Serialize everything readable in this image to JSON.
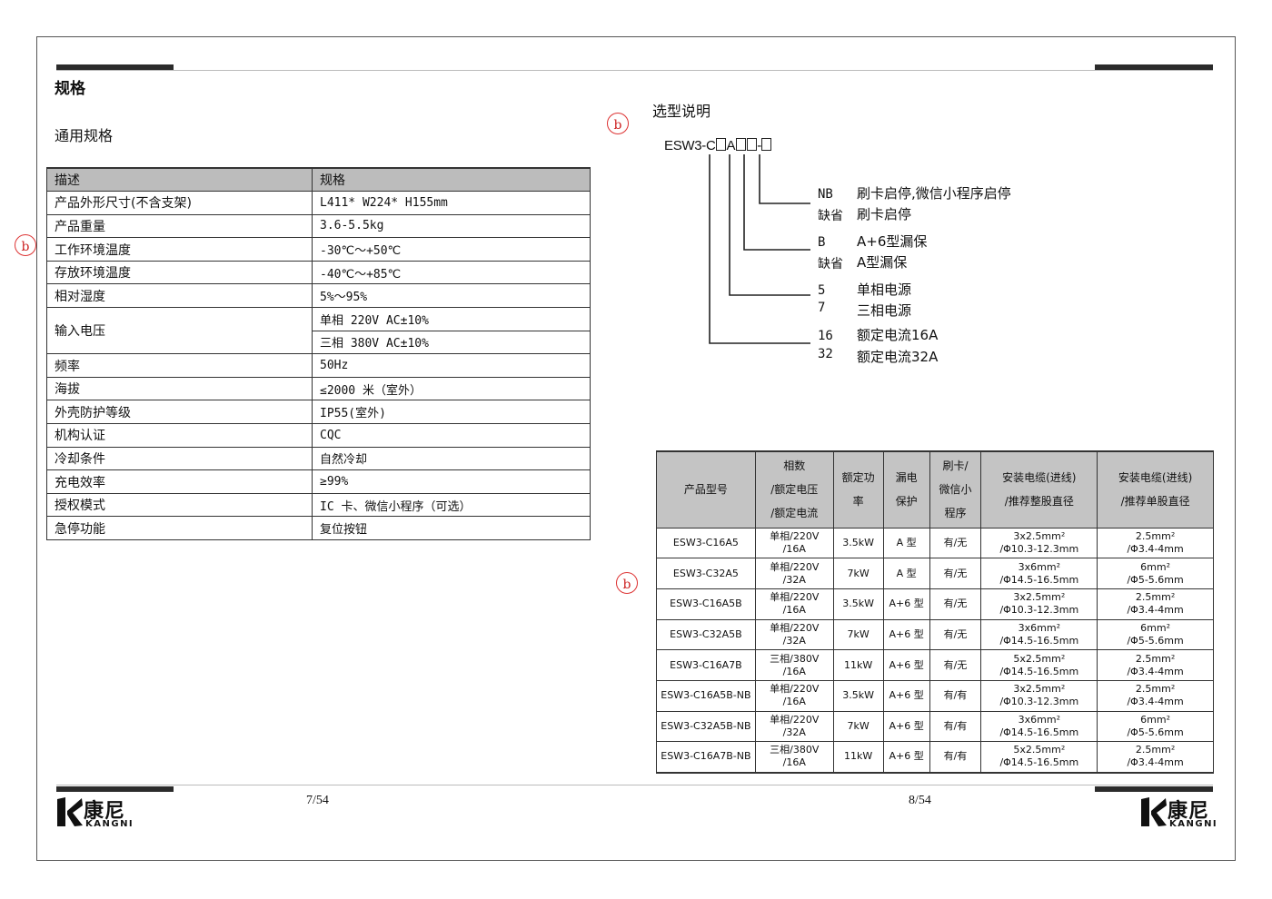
{
  "left_page": {
    "section_title": "规格",
    "subsection_title": "通用规格",
    "spec_table": {
      "headers": [
        "描述",
        "规格"
      ],
      "rows": [
        {
          "label": "产品外形尺寸(不含支架)",
          "value": "L411* W224* H155mm"
        },
        {
          "label": "产品重量",
          "value": "3.6-5.5kg"
        },
        {
          "label": "工作环境温度",
          "value": "-30℃～+50℃"
        },
        {
          "label": "存放环境温度",
          "value": "-40℃～+85℃"
        },
        {
          "label": "相对湿度",
          "value": "5%～95%"
        },
        {
          "label": "输入电压",
          "values": [
            "单相 220V AC±10%",
            "三相 380V AC±10%"
          ]
        },
        {
          "label": "频率",
          "value": "50Hz"
        },
        {
          "label": "海拔",
          "value": "≤2000 米（室外）"
        },
        {
          "label": "外壳防护等级",
          "value": "IP55(室外)"
        },
        {
          "label": "机构认证",
          "value": "CQC"
        },
        {
          "label": "冷却条件",
          "value": "自然冷却"
        },
        {
          "label": "充电效率",
          "value": "≥99%"
        },
        {
          "label": "授权模式",
          "value": "IC 卡、微信小程序（可选）"
        },
        {
          "label": "急停功能",
          "value": "复位按钮"
        }
      ]
    },
    "page_number": "7/54"
  },
  "right_page": {
    "selection_title": "选型说明",
    "model_code": {
      "prefix": "ESW3-C",
      "mid": "A",
      "dash": "-"
    },
    "options": [
      {
        "codes": [
          "NB",
          "缺省"
        ],
        "descs": [
          "刷卡启停,微信小程序启停",
          "刷卡启停"
        ]
      },
      {
        "codes": [
          "B",
          "缺省"
        ],
        "descs": [
          "A+6型漏保",
          "A型漏保"
        ]
      },
      {
        "codes": [
          "5",
          "7"
        ],
        "descs": [
          "单相电源",
          "三相电源"
        ]
      },
      {
        "codes": [
          "16",
          "32"
        ],
        "descs": [
          "额定电流16A",
          "额定电流32A"
        ]
      }
    ],
    "model_table": {
      "headers": [
        [
          "产品型号"
        ],
        [
          "相数",
          "/额定电压",
          "/额定电流"
        ],
        [
          "额定功",
          "率"
        ],
        [
          "漏电",
          "保护"
        ],
        [
          "刷卡/",
          "微信小",
          "程序"
        ],
        [
          "安装电缆(进线)",
          "/推荐整股直径"
        ],
        [
          "安装电缆(进线)",
          "/推荐单股直径"
        ]
      ],
      "rows": [
        {
          "model": "ESW3-C16A5",
          "phase": [
            "单相/220V",
            "/16A"
          ],
          "power": "3.5kW",
          "leak": "A 型",
          "card": "有/无",
          "cable_multi": [
            "3x2.5mm²",
            "/Φ10.3-12.3mm"
          ],
          "cable_single": [
            "2.5mm²",
            "/Φ3.4-4mm"
          ]
        },
        {
          "model": "ESW3-C32A5",
          "phase": [
            "单相/220V",
            "/32A"
          ],
          "power": "7kW",
          "leak": "A 型",
          "card": "有/无",
          "cable_multi": [
            "3x6mm²",
            "/Φ14.5-16.5mm"
          ],
          "cable_single": [
            "6mm²",
            "/Φ5-5.6mm"
          ]
        },
        {
          "model": "ESW3-C16A5B",
          "phase": [
            "单相/220V",
            "/16A"
          ],
          "power": "3.5kW",
          "leak": "A+6 型",
          "card": "有/无",
          "cable_multi": [
            "3x2.5mm²",
            "/Φ10.3-12.3mm"
          ],
          "cable_single": [
            "2.5mm²",
            "/Φ3.4-4mm"
          ]
        },
        {
          "model": "ESW3-C32A5B",
          "phase": [
            "单相/220V",
            "/32A"
          ],
          "power": "7kW",
          "leak": "A+6 型",
          "card": "有/无",
          "cable_multi": [
            "3x6mm²",
            "/Φ14.5-16.5mm"
          ],
          "cable_single": [
            "6mm²",
            "/Φ5-5.6mm"
          ]
        },
        {
          "model": "ESW3-C16A7B",
          "phase": [
            "三相/380V",
            "/16A"
          ],
          "power": "11kW",
          "leak": "A+6 型",
          "card": "有/无",
          "cable_multi": [
            "5x2.5mm²",
            "/Φ14.5-16.5mm"
          ],
          "cable_single": [
            "2.5mm²",
            "/Φ3.4-4mm"
          ]
        },
        {
          "model": "ESW3-C16A5B-NB",
          "phase": [
            "单相/220V",
            "/16A"
          ],
          "power": "3.5kW",
          "leak": "A+6 型",
          "card": "有/有",
          "cable_multi": [
            "3x2.5mm²",
            "/Φ10.3-12.3mm"
          ],
          "cable_single": [
            "2.5mm²",
            "/Φ3.4-4mm"
          ]
        },
        {
          "model": "ESW3-C32A5B-NB",
          "phase": [
            "单相/220V",
            "/32A"
          ],
          "power": "7kW",
          "leak": "A+6 型",
          "card": "有/有",
          "cable_multi": [
            "3x6mm²",
            "/Φ14.5-16.5mm"
          ],
          "cable_single": [
            "6mm²",
            "/Φ5-5.6mm"
          ]
        },
        {
          "model": "ESW3-C16A7B-NB",
          "phase": [
            "三相/380V",
            "/16A"
          ],
          "power": "11kW",
          "leak": "A+6 型",
          "card": "有/有",
          "cable_multi": [
            "5x2.5mm²",
            "/Φ14.5-16.5mm"
          ],
          "cable_single": [
            "2.5mm²",
            "/Φ3.4-4mm"
          ]
        }
      ]
    },
    "page_number": "8/54"
  },
  "annotation_mark": "b",
  "logo": {
    "name_cn": "康尼",
    "name_en": "KANGNI"
  }
}
